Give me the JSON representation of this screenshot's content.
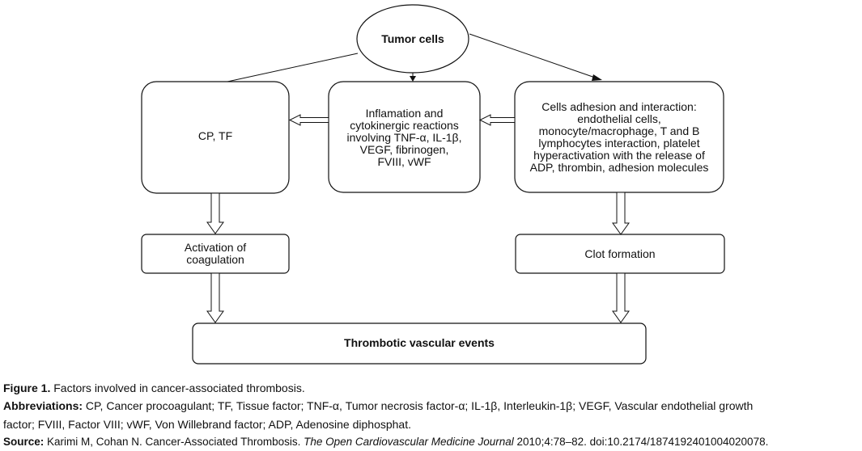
{
  "diagram": {
    "tumor_cells": "Tumor cells",
    "cp_tf": "CP, TF",
    "inflammation": {
      "line1": "Inflamation and",
      "line2": "cytokinergic reactions",
      "line3": "involving TNF-α, IL-1β,",
      "line4": "VEGF, fibrinogen,",
      "line5": "FVIII, vWF"
    },
    "cells_adhesion": {
      "line1": "Cells adhesion and interaction:",
      "line2": "endothelial cells,",
      "line3": "monocyte/macrophage, T and B",
      "line4": "lymphocytes interaction, platelet",
      "line5": "hyperactivation with the release of",
      "line6": "ADP, thrombin, adhesion molecules"
    },
    "activation": {
      "line1": "Activation of",
      "line2": "coagulation"
    },
    "clot_formation": "Clot formation",
    "thrombotic_events": "Thrombotic vascular events"
  },
  "caption": {
    "figure_label": "Figure 1.",
    "figure_text": " Factors involved in cancer-associated thrombosis.",
    "abbrev_label": "Abbreviations:",
    "abbrev_text_1": " CP, Cancer procoagulant; TF, Tissue factor; TNF-α, Tumor necrosis factor-α; IL-1β, Interleukin-1β; VEGF, Vascular endothelial growth",
    "abbrev_text_2": "factor; FVIII, Factor VIII; vWF, Von Willebrand factor; ADP, Adenosine diphosphat.",
    "source_label": "Source:",
    "source_text_1": " Karimi M, Cohan N. Cancer-Associated Thrombosis. ",
    "source_journal": "The Open Cardiovascular Medicine Journal",
    "source_text_2": " 2010;4:78–82. doi:10.2174/1874192401004020078."
  }
}
